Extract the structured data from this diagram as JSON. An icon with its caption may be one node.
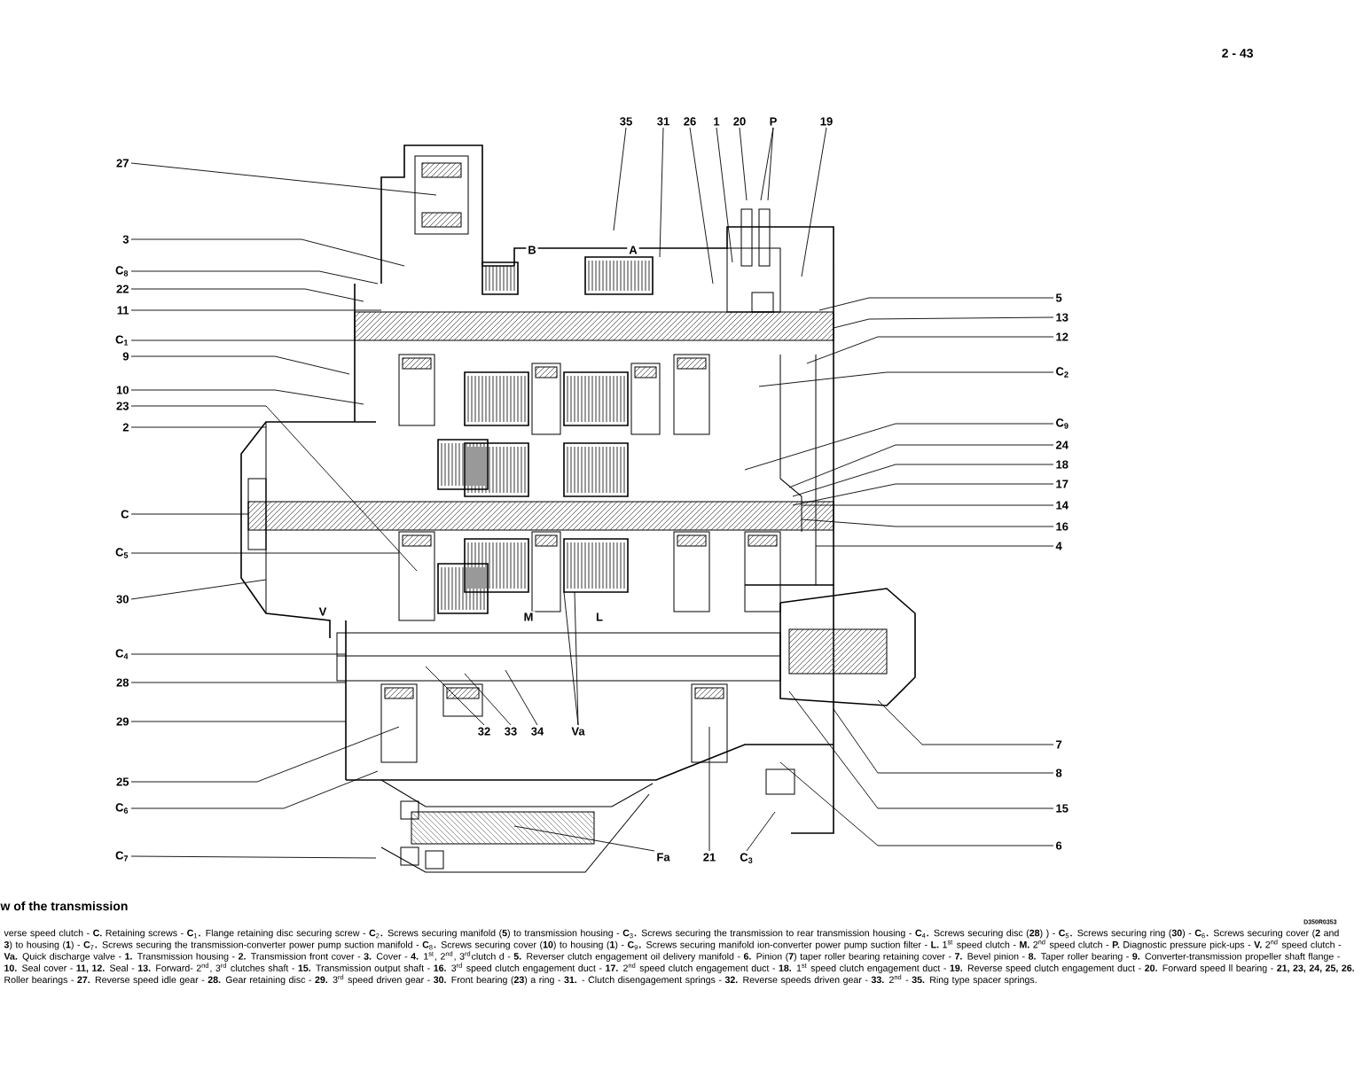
{
  "diagram": {
    "title": "w of the transmission",
    "caption": "verse speed clutch - **C.** Retaining screws - **C**$_{1}$**.** Flange retaining disc securing screw - **C**$_{2}$**.** Screws securing manifold (**5**) to transmission housing - **C**$_{3}$**.** Screws securing the transmission to rear transmission housing - **C**$_{4}$**.** Screws securing disc (**28**) ) - **C**$_{5}$**.** Screws securing ring (**30**) - **C**$_{6}$**.** Screws securing cover (**2** and **3**) to housing (**1**) - **C**$_{7}$**.** Screws securing the transmission-converter power pump suction manifold - **C**$_{8}$**.** Screws securing cover (**10**) to housing (**1**) - **C**$_{9}$**.** Screws securing manifold ion-converter power pump suction filter - **L.** 1$^{st}$ speed clutch - **M.** 2$^{nd}$ speed clutch - **P.** Diagnostic pressure pick-ups - **V.** 2$^{nd}$ speed clutch - **Va.** Quick discharge valve - **1.** Transmission housing - **2.** Transmission front cover - **3.** Cover - **4.** 1$^{st}$, 2$^{nd}$, 3$^{rd}$clutch d - **5.** Reverser clutch engagement oil delivery manifold - **6.** Pinion (**7**) taper roller bearing retaining cover - **7.** Bevel pinion - **8.** Taper roller bearing - **9.** Converter-transmission propeller shaft flange - **10.** Seal cover - **11, 12.** Seal - **13.** Forward- 2$^{nd}$, 3$^{rd}$ clutches shaft - **15.** Transmission output shaft - **16.** 3$^{rd}$ speed clutch engagement duct - **17.** 2$^{nd}$ speed clutch engagement duct - **18.** 1$^{st}$ speed clutch engagement duct - **19.** Reverse speed clutch engagement duct - **20.** Forward speed ll bearing - **21, 23, 24, 25, 26.** Roller bearings - **27.** Reverse speed idle gear - **28.** Gear retaining disc - **29.** 3$^{rd}$ speed driven gear - **30.** Front bearing (**23**) a ring - **31.** - Clutch disengagement springs - **32.** Reverse speeds driven gear - **33.** 2$^{nd}$ - **35.** Ring type spacer springs.",
    "nodes": [
      {
        "text": [],
        "shape": "picture"
      },
      {
        "text": [
          "27"
        ]
      },
      {
        "text": [
          "3"
        ]
      },
      {
        "text": [
          "C$_{8}$"
        ]
      },
      {
        "text": [
          "22"
        ]
      },
      {
        "text": [
          "11"
        ]
      },
      {
        "text": [
          "C$_{1}$"
        ]
      },
      {
        "text": [
          "9"
        ]
      },
      {
        "text": [
          "10"
        ]
      },
      {
        "text": [
          "23"
        ]
      },
      {
        "text": [
          "2"
        ]
      },
      {
        "text": [
          "C"
        ]
      },
      {
        "text": [
          "C$_{5}$"
        ]
      },
      {
        "text": [
          "30"
        ]
      },
      {
        "text": [
          "C$_{4}$"
        ]
      },
      {
        "text": [
          "28"
        ]
      },
      {
        "text": [
          "29"
        ]
      },
      {
        "text": [
          "25"
        ]
      },
      {
        "text": [
          "C$_{6}$"
        ]
      },
      {
        "text": [
          "C$_{7}$"
        ]
      },
      {
        "text": [
          "35"
        ]
      },
      {
        "text": [
          "31"
        ]
      },
      {
        "text": [
          "26"
        ]
      },
      {
        "text": [
          "1"
        ]
      },
      {
        "text": [
          "20"
        ]
      },
      {
        "text": [
          "P"
        ]
      },
      {
        "text": [
          "19"
        ]
      },
      {
        "text": [
          "5"
        ]
      },
      {
        "text": [
          "13"
        ]
      },
      {
        "text": [
          "12"
        ]
      },
      {
        "text": [
          "C$_{2}$"
        ]
      },
      {
        "text": [
          "C$_{9}$"
        ]
      },
      {
        "text": [
          "24"
        ]
      },
      {
        "text": [
          "18"
        ]
      },
      {
        "text": [
          "17"
        ]
      },
      {
        "text": [
          "14"
        ]
      },
      {
        "text": [
          "16"
        ]
      },
      {
        "text": [
          "4"
        ]
      },
      {
        "text": [
          "7"
        ]
      },
      {
        "text": [
          "8"
        ]
      },
      {
        "text": [
          "15"
        ]
      },
      {
        "text": [
          "6"
        ]
      },
      {
        "text": [
          "32"
        ],
        "in": 0
      },
      {
        "text": [
          "33"
        ],
        "in": 0
      },
      {
        "text": [
          "34"
        ],
        "in": 0
      },
      {
        "text": [
          "Va"
        ],
        "in": 0
      },
      {
        "text": [
          "Fa"
        ],
        "in": 0
      },
      {
        "text": [
          "21"
        ],
        "in": 0
      },
      {
        "text": [
          "C$_{3}$"
        ],
        "in": 0
      }
    ],
    "edges": [
      {
        "from": 1,
        "to": 0,
        "arrow": "none"
      },
      {
        "from": 2,
        "to": 0,
        "arrow": "none"
      },
      {
        "from": 3,
        "to": 0,
        "arrow": "none"
      },
      {
        "from": 4,
        "to": 0,
        "arrow": "none"
      },
      {
        "from": 5,
        "to": 0,
        "arrow": "none"
      },
      {
        "from": 6,
        "to": 0,
        "arrow": "none"
      },
      {
        "from": 7,
        "to": 0,
        "arrow": "none"
      },
      {
        "from": 8,
        "to": 0,
        "arrow": "none"
      },
      {
        "from": 9,
        "to": 0,
        "arrow": "none"
      },
      {
        "from": 10,
        "to": 0,
        "arrow": "none"
      },
      {
        "from": 11,
        "to": 0,
        "arrow": "none"
      },
      {
        "from": 12,
        "to": 0,
        "arrow": "none"
      },
      {
        "from": 13,
        "to": 0,
        "arrow": "none"
      },
      {
        "from": 14,
        "to": 0,
        "arrow": "none"
      },
      {
        "from": 15,
        "to": 0,
        "arrow": "none"
      },
      {
        "from": 16,
        "to": 0,
        "arrow": "none"
      },
      {
        "from": 17,
        "to": 0,
        "arrow": "none"
      },
      {
        "from": 18,
        "to": 0,
        "arrow": "none"
      },
      {
        "from": 19,
        "to": 0,
        "arrow": "none"
      },
      {
        "from": 20,
        "to": 0,
        "arrow": "none"
      },
      {
        "from": 21,
        "to": 0,
        "arrow": "none"
      },
      {
        "from": 22,
        "to": 0,
        "arrow": "none"
      },
      {
        "from": 23,
        "to": 0,
        "arrow": "none"
      },
      {
        "from": 24,
        "to": 0,
        "arrow": "none"
      },
      {
        "from": 25,
        "to": 0,
        "arrow": "none"
      },
      {
        "from": 25,
        "to": 0,
        "arrow": "none"
      },
      {
        "from": 26,
        "to": 0,
        "arrow": "none"
      },
      {
        "from": 27,
        "to": 0,
        "arrow": "none"
      },
      {
        "from": 28,
        "to": 0,
        "arrow": "none"
      },
      {
        "from": 29,
        "to": 0,
        "arrow": "none"
      },
      {
        "from": 30,
        "to": 0,
        "arrow": "none"
      },
      {
        "from": 31,
        "to": 0,
        "arrow": "none"
      },
      {
        "from": 32,
        "to": 0,
        "arrow": "none"
      },
      {
        "from": 33,
        "to": 0,
        "arrow": "none"
      },
      {
        "from": 34,
        "to": 0,
        "arrow": "none"
      },
      {
        "from": 35,
        "to": 0,
        "arrow": "none"
      },
      {
        "from": 36,
        "to": 0,
        "arrow": "none"
      },
      {
        "from": 37,
        "to": 0,
        "arrow": "none"
      },
      {
        "from": 38,
        "to": 0,
        "arrow": "none"
      },
      {
        "from": 39,
        "to": 0,
        "arrow": "none"
      },
      {
        "from": 40,
        "to": 0,
        "arrow": "none"
      },
      {
        "from": 41,
        "to": 0,
        "arrow": "none"
      },
      {
        "from": 42,
        "to": 0,
        "arrow": "none"
      },
      {
        "from": 43,
        "to": 0,
        "arrow": "none"
      },
      {
        "from": 44,
        "to": 0,
        "arrow": "none"
      },
      {
        "from": 45,
        "to": 0,
        "arrow": "none"
      },
      {
        "from": 45,
        "to": 0,
        "arrow": "none"
      },
      {
        "from": 46,
        "to": 0,
        "arrow": "none"
      },
      {
        "from": 47,
        "to": 0,
        "arrow": "none"
      },
      {
        "from": 48,
        "to": 0,
        "arrow": "none"
      }
    ],
    "labels": [
      "2 - 43",
      "B",
      "A",
      "V",
      "M",
      "L",
      "D350R0353"
    ]
  }
}
